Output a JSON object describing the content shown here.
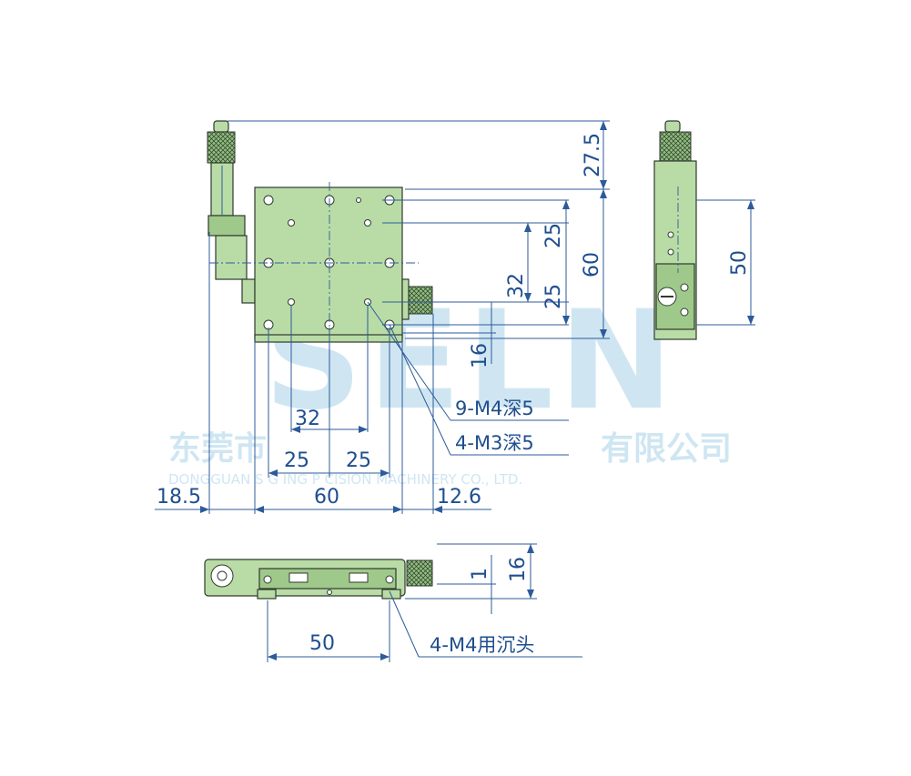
{
  "dimensions": {
    "top_height": "27.5",
    "hole_25_upper": "25",
    "total_60_right": "60",
    "side_50": "50",
    "hole_32_vertical": "32",
    "hole_25_lower": "25",
    "offset_16_front": "16",
    "hole_32_horizontal": "32",
    "hole_25_left": "25",
    "hole_25_right": "25",
    "left_18_5": "18.5",
    "width_60": "60",
    "right_12_6": "12.6",
    "thickness_1": "1",
    "height_16": "16",
    "bottom_50": "50"
  },
  "notes": {
    "m4_tapped": "9-M4深5",
    "m3_tapped": "4-M3深5",
    "m4_counterbore": "4-M4用沉头"
  },
  "watermark": {
    "logo": "SELN",
    "company_cn": "东莞市",
    "company_cn_tail": "有限公司",
    "company_en": "DONGGUAN S    G  ING  P  CISION MACHINERY CO., LTD."
  },
  "colors": {
    "part_green": "#b9dca6",
    "dimension_blue": "#1f4e8f",
    "watermark_blue": "#a9d3e8"
  }
}
